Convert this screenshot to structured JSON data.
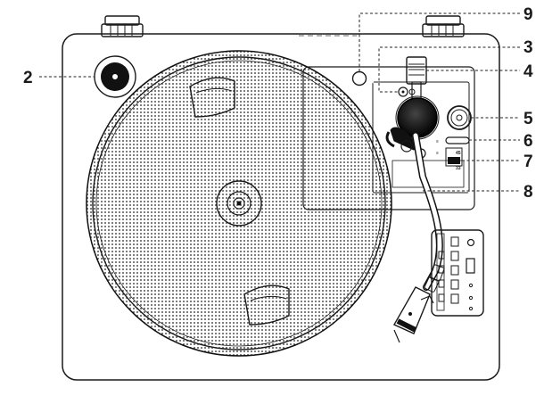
{
  "callouts": [
    {
      "id": "2",
      "label": "2"
    },
    {
      "id": "3",
      "label": "3"
    },
    {
      "id": "4",
      "label": "4"
    },
    {
      "id": "5",
      "label": "5"
    },
    {
      "id": "6",
      "label": "6"
    },
    {
      "id": "7",
      "label": "7"
    },
    {
      "id": "8",
      "label": "8"
    },
    {
      "id": "9",
      "label": "9"
    }
  ],
  "speed_selector": {
    "label_45": "45",
    "label_33": "33"
  },
  "lift_lever": {
    "label_up": "≡",
    "label_down": "≡"
  },
  "colors": {
    "line": "#1a1a1a",
    "background": "#ffffff",
    "fill_dark": "#111111"
  }
}
